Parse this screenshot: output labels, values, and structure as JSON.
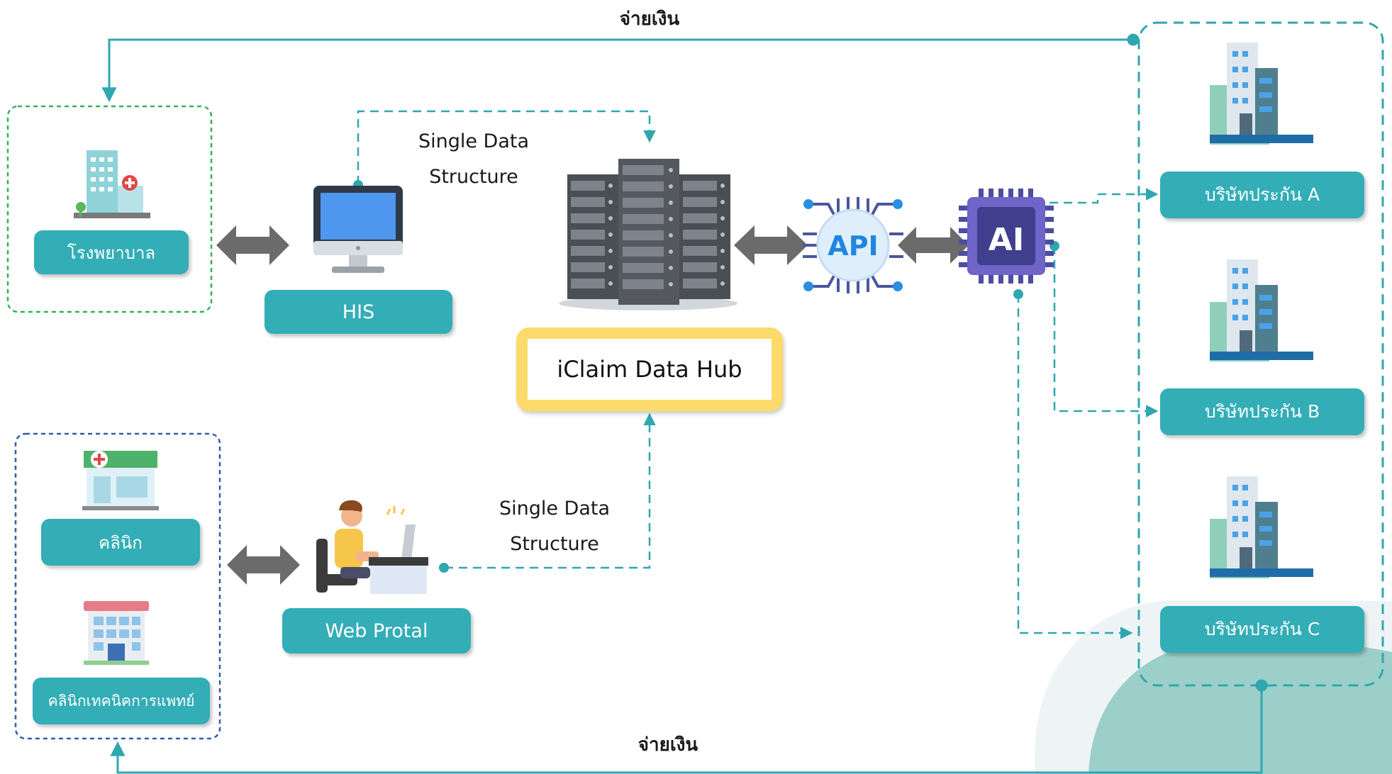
{
  "payment_top": "จ่ายเงิน",
  "payment_bottom": "จ่ายเงิน",
  "hospital": {
    "label": "โรงพยาบาล"
  },
  "his": {
    "label": "HIS"
  },
  "his_flow": {
    "line1": "Single Data",
    "line2": "Structure"
  },
  "hub": {
    "label": "iClaim Data Hub"
  },
  "api_icon": {
    "text": "API"
  },
  "ai_icon": {
    "text": "AI"
  },
  "clinics": {
    "clinic_label": "คลินิก",
    "med_tech_label": "คลินิกเทคนิคการแพทย์"
  },
  "web_portal": {
    "label": "Web Protal"
  },
  "portal_flow": {
    "line1": "Single Data",
    "line2": "Structure"
  },
  "insurers": [
    {
      "label": "บริษัทประกัน A"
    },
    {
      "label": "บริษัทประกัน B"
    },
    {
      "label": "บริษัทประกัน C"
    }
  ],
  "colors": {
    "teal": "#33adb6",
    "connector": "#2ea7b0",
    "hospital_border": "#2fb35a",
    "clinic_border": "#2f5fa8",
    "hub_border": "#fddb6a",
    "arrow_gray": "#6b6b6b"
  }
}
